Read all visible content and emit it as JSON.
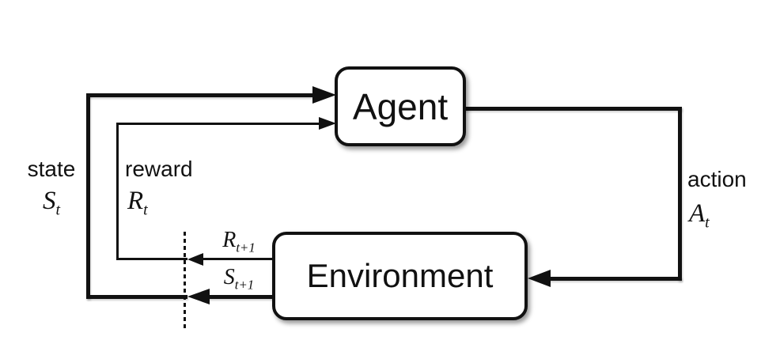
{
  "nodes": {
    "agent": {
      "label": "Agent"
    },
    "environment": {
      "label": "Environment"
    }
  },
  "labels": {
    "state": {
      "word": "state",
      "symbol": "S",
      "subscript": "t"
    },
    "reward": {
      "word": "reward",
      "symbol": "R",
      "subscript": "t"
    },
    "action": {
      "word": "action",
      "symbol": "A",
      "subscript": "t"
    },
    "next_reward": {
      "symbol": "R",
      "subscript": "t+1"
    },
    "next_state": {
      "symbol": "S",
      "subscript": "t+1"
    }
  },
  "colors": {
    "background": "#ffffff",
    "line": "#111111",
    "box_fill": "#ffffff",
    "box_border": "#111111"
  }
}
